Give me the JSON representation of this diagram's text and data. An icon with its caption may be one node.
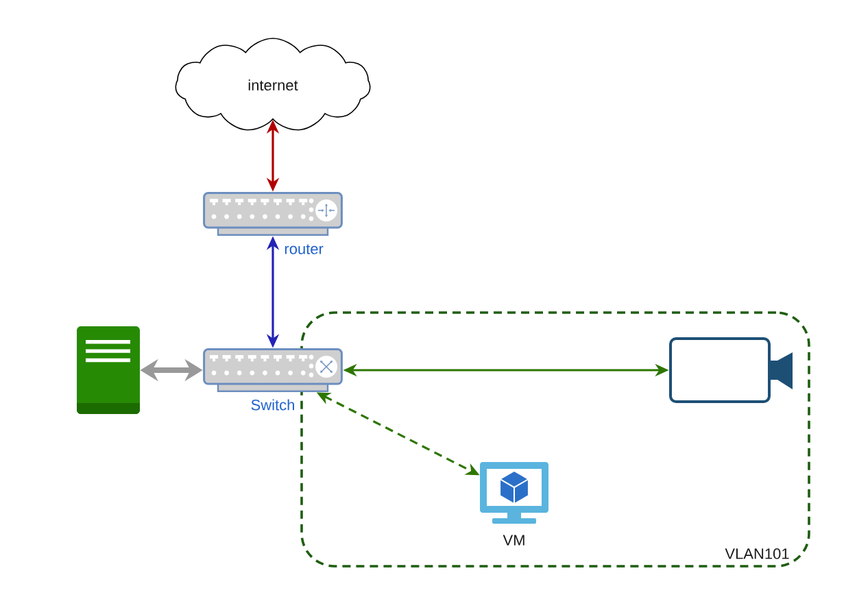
{
  "diagram": {
    "nodes": [
      {
        "text": [
          "internet"
        ]
      },
      {
        "text": [
          "router"
        ]
      },
      {
        "text": [],
        "shape": "server"
      },
      {
        "text": [
          "Switch"
        ]
      },
      {
        "text": [
          "VLAN101"
        ]
      },
      {
        "text": [],
        "shape": "camera",
        "in": 4
      },
      {
        "text": [
          "VM"
        ],
        "in": 4
      }
    ],
    "edges": [
      {
        "from": 0,
        "to": 1,
        "arrow": "both",
        "color": "#b20000"
      },
      {
        "from": 1,
        "to": 3,
        "arrow": "both",
        "color": "#2323b8"
      },
      {
        "from": 2,
        "to": 3,
        "arrow": "both",
        "style": "thick",
        "color": "#999999"
      },
      {
        "from": 3,
        "to": 5,
        "arrow": "both"
      },
      {
        "from": 3,
        "to": 6,
        "arrow": "both",
        "style": "dashed"
      }
    ]
  }
}
